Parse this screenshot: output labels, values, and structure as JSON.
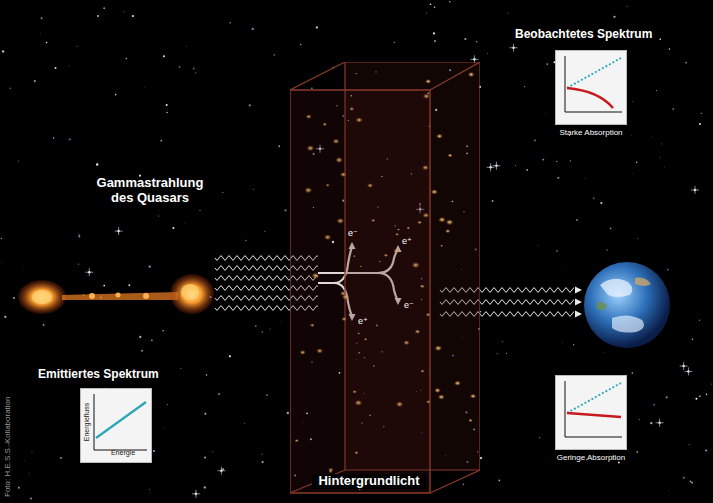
{
  "diagram": {
    "nodes": [
      {
        "text": [
          "Emittiertes Spektrum",
          "Energiefluss",
          "Energie"
        ]
      },
      {
        "text": [
          "Hintergrundlicht"
        ]
      },
      {
        "text": [
          "Beobachtetes Spektrum",
          "Starke Absorption"
        ]
      },
      {
        "text": [
          "Geringe Absorption"
        ]
      }
    ],
    "labels": [
      "Gammastrahlung des Quasars",
      "e⁻",
      "e⁺",
      "e⁺",
      "e⁻",
      "Foto: H.E.S.S.-Kollaboration"
    ]
  }
}
